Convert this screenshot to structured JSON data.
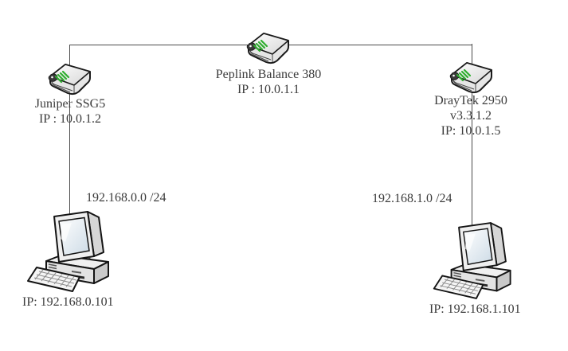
{
  "diagram_title": "network-topology",
  "nodes": {
    "peplink": {
      "name": "Peplink Balance 380",
      "ip": "IP : 10.0.1.1"
    },
    "juniper": {
      "name": "Juniper SSG5",
      "ip": "IP : 10.0.1.2"
    },
    "draytek": {
      "name": "DrayTek 2950",
      "version": "v3.3.1.2",
      "ip": "IP: 10.0.1.5"
    },
    "pc_left": {
      "ip": "IP: 192.168.0.101"
    },
    "pc_right": {
      "ip": "IP: 192.168.1.101"
    }
  },
  "subnet_labels": {
    "left": "192.168.0.0 /24",
    "right": "192.168.1.0 /24"
  },
  "icons": {
    "router": "router-icon",
    "computer": "desktop-pc-icon"
  },
  "colors": {
    "background": "#ffffff",
    "link_line": "#4a4a4a",
    "text": "#3b3b3b",
    "router_led_stripes": "#2fae2f",
    "icon_outline": "#1a1a1a"
  }
}
